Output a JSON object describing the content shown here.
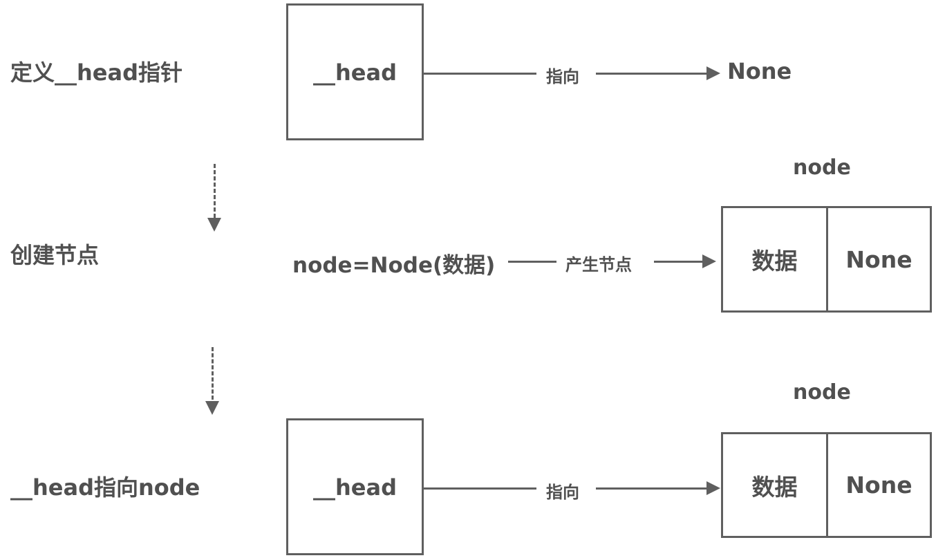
{
  "steps": [
    {
      "label": "定义__head指针",
      "head_box": "__head",
      "edge_label": "指向",
      "target": "None"
    },
    {
      "label": "创建节点",
      "expression": "node=Node(数据)",
      "edge_label": "产生节点",
      "node_title": "node",
      "node_cells": [
        "数据",
        "None"
      ]
    },
    {
      "label": "__head指向node",
      "head_box": "__head",
      "edge_label": "指向",
      "node_title": "node",
      "node_cells": [
        "数据",
        "None"
      ]
    }
  ]
}
